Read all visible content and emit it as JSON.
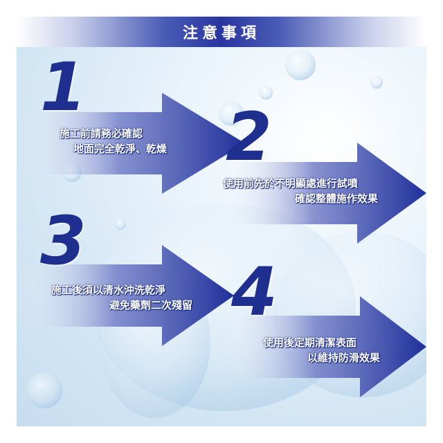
{
  "header": {
    "title": "注意事項"
  },
  "colors": {
    "arrow_dark": "#1f2f9a",
    "arrow_light": "#ffffff",
    "number": "#1f2f8f",
    "header_band": "#2a36a0"
  },
  "steps": [
    {
      "number": "1",
      "line1": "施工前請務必確認",
      "line2": "地面完全乾淨、乾燥"
    },
    {
      "number": "2",
      "line1": "使用前先於不明顯處進行試噴",
      "line2": "確認整體施作效果"
    },
    {
      "number": "3",
      "line1": "施工後須以清水沖洗乾淨",
      "line2": "避免藥劑二次殘留"
    },
    {
      "number": "4",
      "line1": "使用後定期清潔表面",
      "line2": "以維持防滑效果"
    }
  ]
}
